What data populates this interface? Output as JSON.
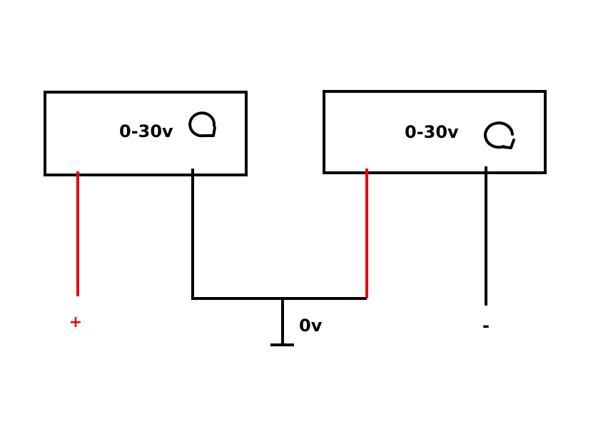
{
  "colors": {
    "background": "#ffffff",
    "outline": "#000000",
    "positive_wire": "#e8000b",
    "negative_wire": "#000000"
  },
  "supplies": [
    {
      "label": "0-30v",
      "knob_icon": "rotary-knob-icon"
    },
    {
      "label": "0-30v",
      "knob_icon": "rotary-knob-icon"
    }
  ],
  "terminals": {
    "positive": "+",
    "ground": "0v",
    "negative": "-"
  },
  "icons": {
    "ground": "ground-symbol-icon"
  }
}
